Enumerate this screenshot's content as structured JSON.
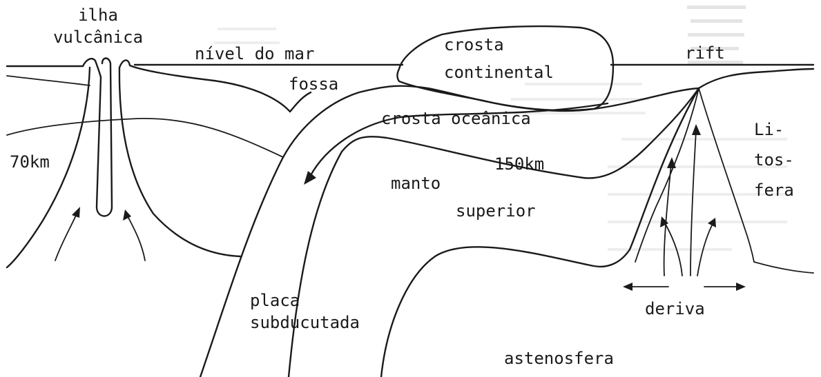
{
  "labels": {
    "ilha_line1": "ilha",
    "ilha_line2": "vulcânica",
    "nivel_do_mar": "nível do mar",
    "crosta_line1": "crosta",
    "crosta_line2": "continental",
    "rift": "rift",
    "fossa": "fossa",
    "crosta_oceanica": "crosta oceânica",
    "depth_70": "70km",
    "depth_150": "150km",
    "lito_1": "Li-",
    "lito_2": "tos-",
    "lito_3": "fera",
    "manto": "manto",
    "superior": "superior",
    "placa": "placa",
    "subducutada": "subducutada",
    "deriva": "deriva",
    "astenosfera": "astenosfera"
  },
  "colors": {
    "ink": "#1a1a1a",
    "paper": "#ffffff",
    "bleed_through": "#e4e4e4"
  }
}
